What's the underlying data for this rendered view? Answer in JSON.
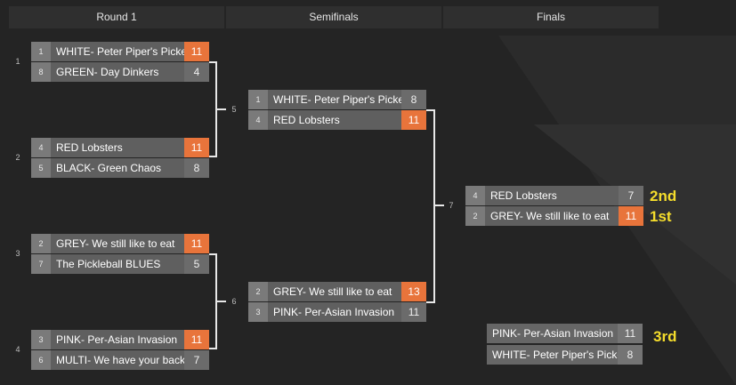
{
  "colors": {
    "background": "#242424",
    "header_bg": "#2f2f2f",
    "win_score": "#e8743b",
    "placement": "#f5dd2c"
  },
  "rounds": [
    "Round 1",
    "Semifinals",
    "Finals"
  ],
  "round1": [
    {
      "match": "1",
      "slots": [
        {
          "seed": "1",
          "team": "WHITE- Peter Piper's Pickers",
          "score": "11",
          "win": true
        },
        {
          "seed": "8",
          "team": "GREEN- Day Dinkers",
          "score": "4",
          "win": false
        }
      ]
    },
    {
      "match": "2",
      "slots": [
        {
          "seed": "4",
          "team": "RED Lobsters",
          "score": "11",
          "win": true
        },
        {
          "seed": "5",
          "team": "BLACK- Green Chaos",
          "score": "8",
          "win": false
        }
      ]
    },
    {
      "match": "3",
      "slots": [
        {
          "seed": "2",
          "team": "GREY- We still like to eat",
          "score": "11",
          "win": true
        },
        {
          "seed": "7",
          "team": "The Pickleball BLUES",
          "score": "5",
          "win": false
        }
      ]
    },
    {
      "match": "4",
      "slots": [
        {
          "seed": "3",
          "team": "PINK- Per-Asian Invasion",
          "score": "11",
          "win": true
        },
        {
          "seed": "6",
          "team": "MULTI- We have your back",
          "score": "7",
          "win": false
        }
      ]
    }
  ],
  "semifinals": [
    {
      "match": "5",
      "slots": [
        {
          "seed": "1",
          "team": "WHITE- Peter Piper's Pickers",
          "score": "8",
          "win": false
        },
        {
          "seed": "4",
          "team": "RED Lobsters",
          "score": "11",
          "win": true
        }
      ]
    },
    {
      "match": "6",
      "slots": [
        {
          "seed": "2",
          "team": "GREY- We still like to eat",
          "score": "13",
          "win": true
        },
        {
          "seed": "3",
          "team": "PINK- Per-Asian Invasion",
          "score": "11",
          "win": false
        }
      ]
    }
  ],
  "finals": {
    "match": "7",
    "slots": [
      {
        "seed": "4",
        "team": "RED Lobsters",
        "score": "7",
        "win": false
      },
      {
        "seed": "2",
        "team": "GREY- We still like to eat",
        "score": "11",
        "win": true
      }
    ],
    "places": [
      "2nd",
      "1st"
    ]
  },
  "third_place": {
    "slots": [
      {
        "team": "PINK- Per-Asian Invasion",
        "score": "11",
        "win": false
      },
      {
        "team": "WHITE- Peter Piper's Pickers",
        "score": "8",
        "win": false
      }
    ],
    "place": "3rd"
  }
}
